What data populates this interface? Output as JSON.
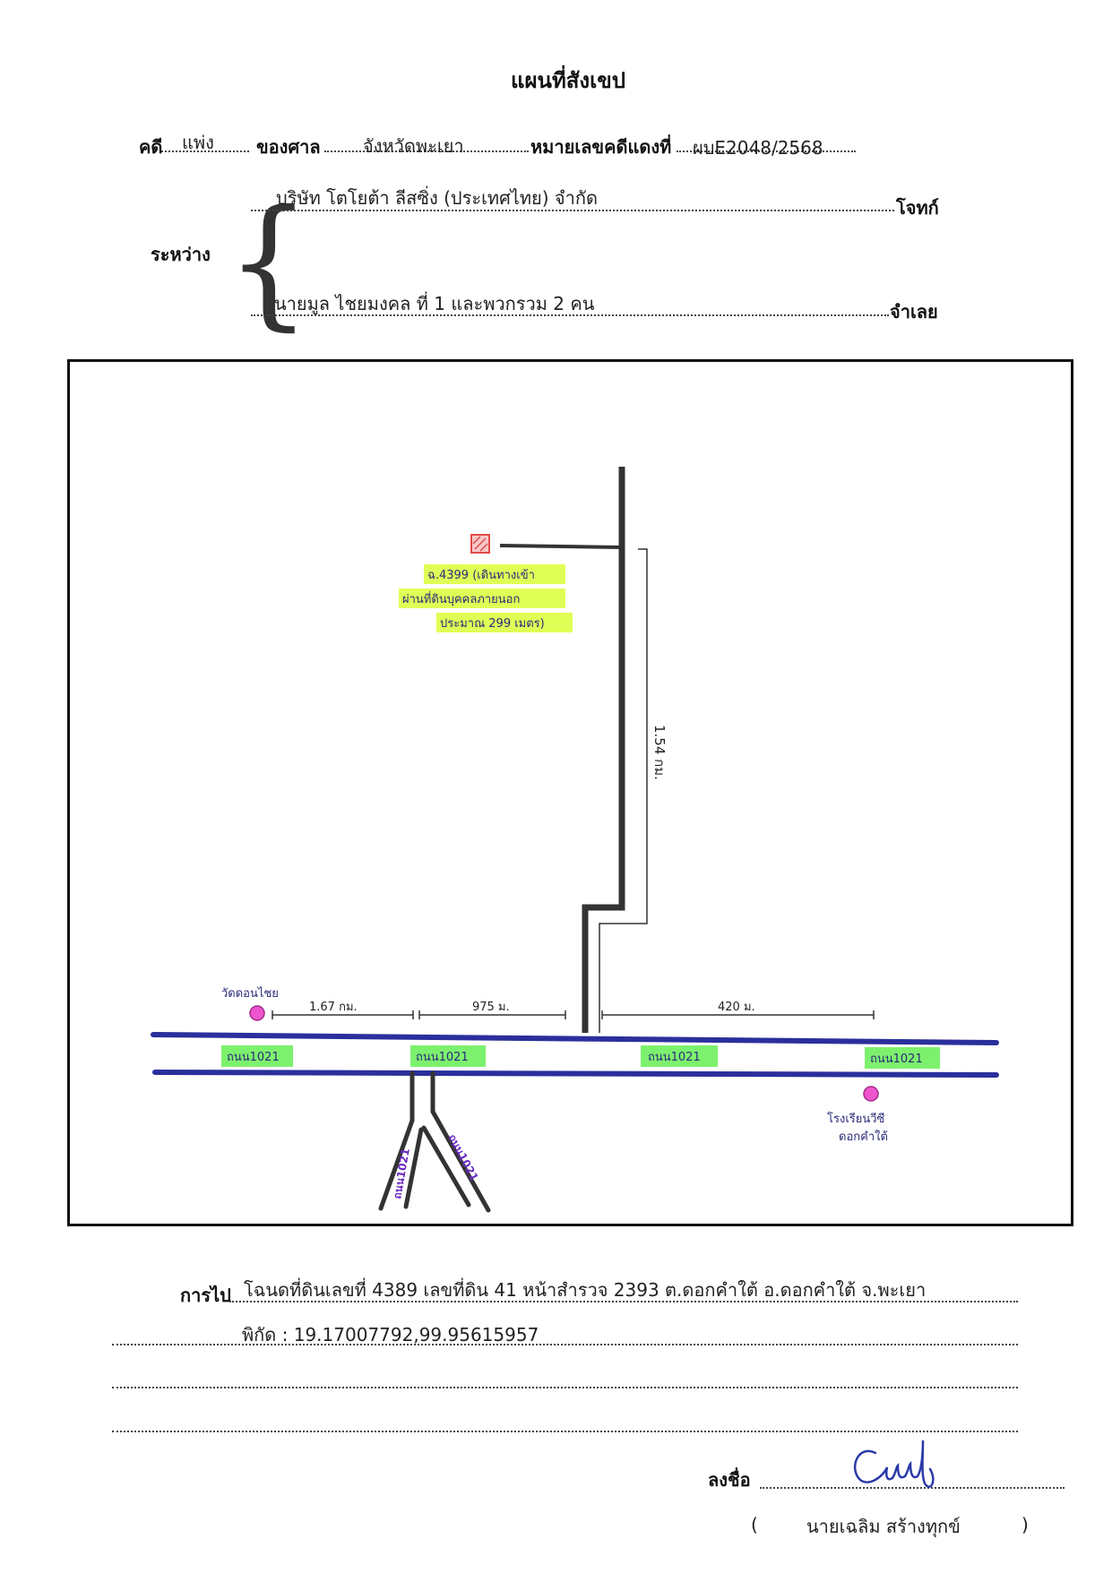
{
  "title": "แผนที่สังเขป",
  "header": {
    "case_label": "คดี",
    "case_type": "แพ่ง",
    "court_label": "ของศาล",
    "court_name": "จังหวัดพะเยา",
    "case_no_label": "หมายเลขคดีแดงที่",
    "case_no": "ผบE2048/2568"
  },
  "parties": {
    "between_label": "ระหว่าง",
    "plaintiff": "บริษัท โตโยต้า ลีสซิ่ง (ประเทศไทย) จำกัด",
    "plaintiff_label": "โจทก์",
    "defendant": "นายมูล ไชยมงคล ที่ 1 และพวกรวม 2 คน",
    "defendant_label": "จำเลย"
  },
  "map": {
    "property_note": [
      "ฉ.4399 (เดินทางเข้า",
      "ผ่านที่ดินบุคคลภายนอก",
      "ประมาณ 299 เมตร)"
    ],
    "distance_vertical": "1.54 กม.",
    "landmark_left": "วัดดอนไชย",
    "landmark_right": [
      "โรงเรียนวีซี",
      "ดอกคำใต้"
    ],
    "dist_left": "1.67 กม.",
    "dist_mid": "975 ม.",
    "dist_right": "420 ม.",
    "road_labels": [
      "ถนน1021",
      "ถนน1021",
      "ถนน1021",
      "ถนน1021"
    ],
    "branch_labels": [
      "ถนน1021",
      "ถนน1021"
    ],
    "colors": {
      "main_road": "#2b2f9c",
      "access_road": "#333333",
      "highlight_green": "#66ee55",
      "highlight_yellow": "#ddff44",
      "marker_pink": "#ee55cc",
      "marker_red": "#e24a4a",
      "ink": "#2a2a7a"
    }
  },
  "directions": {
    "label": "การไป",
    "line1": "โฉนดที่ดินเลขที่ 4389 เลขที่ดิน 41 หน้าสำรวจ 2393 ต.ดอกคำใต้ อ.ดอกคำใต้ จ.พะเยา",
    "line2": "พิกัด : 19.17007792,99.95615957"
  },
  "signature": {
    "label": "ลงชื่อ",
    "name": "นายเฉลิม  สร้างทุกข์",
    "open_paren": "(",
    "close_paren": ")"
  }
}
